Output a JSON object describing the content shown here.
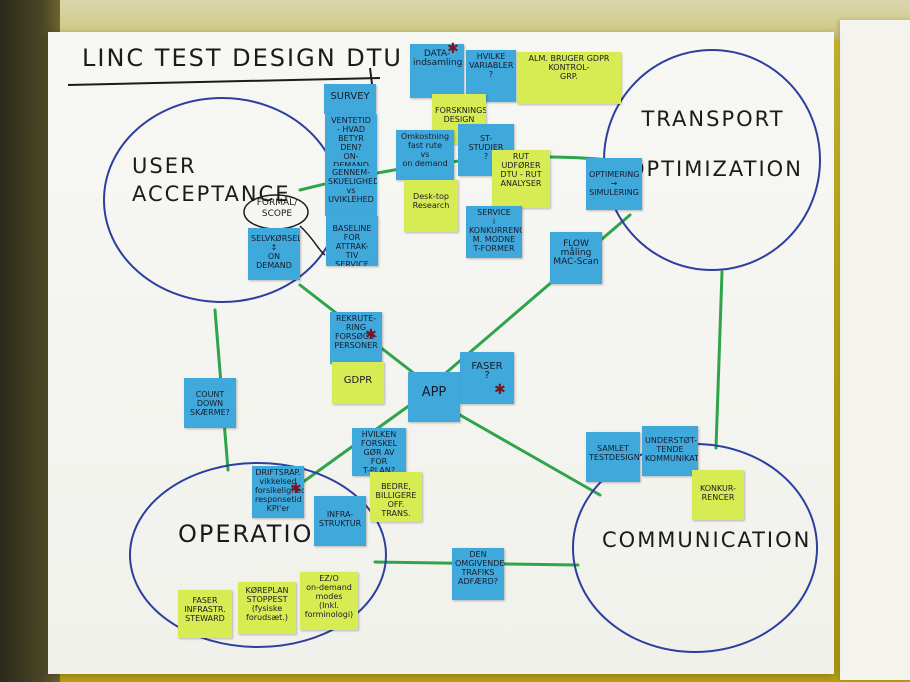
{
  "title": "LINC TEST DESIGN DTU",
  "circles": {
    "user_acceptance": "USER ACCEPTANCE",
    "transport_optimization": "TRANSPORT OPTIMIZATION",
    "operation": "OPERATION",
    "communication": "COMMUNICATION"
  },
  "scope_label": "FORMÅL/ SCOPE",
  "notes": [
    {
      "id": "data",
      "text": "DATA-\nindsamling",
      "color": "blue"
    },
    {
      "id": "hvilke",
      "text": "HVILKE\nVARIABLER\n?",
      "color": "blue"
    },
    {
      "id": "alm",
      "text": "ALM. BRUGER GDPR\nKONTROL-\nGRP.",
      "color": "green"
    },
    {
      "id": "survey",
      "text": "SURVEY",
      "color": "blue"
    },
    {
      "id": "ventetid",
      "text": "VENTETID\n- HVAD BETYR\nDEN?\nON-DEMAND",
      "color": "blue"
    },
    {
      "id": "forskning",
      "text": "FORSKNINGS-\nDESIGN",
      "color": "green"
    },
    {
      "id": "omkost",
      "text": "Omkostning\nfast rute\nvs\non demand",
      "color": "blue"
    },
    {
      "id": "studier",
      "text": "ST-\nSTUDIER\n?",
      "color": "blue"
    },
    {
      "id": "gennem",
      "text": "GENNEM-\nSKUELIGHED\nvs UVIKLEHED",
      "color": "blue"
    },
    {
      "id": "desktop",
      "text": "Desk-top\nResearch",
      "color": "green"
    },
    {
      "id": "rut",
      "text": "RUT\nUDFØRER\nDTU - RUT\nANALYSER",
      "color": "green"
    },
    {
      "id": "optimering",
      "text": "OPTIMERING\n→ SIMULERING",
      "color": "blue"
    },
    {
      "id": "selvkorsel",
      "text": "SELVKØRSEL\n↕\nON DEMAND",
      "color": "blue"
    },
    {
      "id": "baseline",
      "text": "BASELINE\nFOR ATTRAK-\nTIV SERVICE",
      "color": "blue"
    },
    {
      "id": "service",
      "text": "SERVICE\ni KONKURRENCE\nM. MODNE\nT-FORMER",
      "color": "blue"
    },
    {
      "id": "flow",
      "text": "FLOW\nmåling\nMAC-Scan",
      "color": "blue"
    },
    {
      "id": "rekrut",
      "text": "REKRUTE-\nRING\nFORSØGS-\nPERSONER",
      "color": "blue"
    },
    {
      "id": "gdpr",
      "text": "GDPR",
      "color": "green"
    },
    {
      "id": "app",
      "text": "APP",
      "color": "blue"
    },
    {
      "id": "faser",
      "text": "FASER\n?",
      "color": "blue"
    },
    {
      "id": "countdown",
      "text": "COUNT DOWN\nSKÆRME?",
      "color": "blue"
    },
    {
      "id": "hvilken",
      "text": "HVILKEN\nFORSKEL\nGØR AV FOR\nT-PLAN?",
      "color": "blue"
    },
    {
      "id": "bedre",
      "text": "BEDRE,\nBILLIGERE\nOFF. TRANS.",
      "color": "green"
    },
    {
      "id": "samlet",
      "text": "SAMLET\nTESTDESIGN",
      "color": "blue"
    },
    {
      "id": "understot",
      "text": "UNDERSTØT-\nTENDE\nKOMMUNIKAT.",
      "color": "blue"
    },
    {
      "id": "konkur",
      "text": "KONKUR-\nRENCER",
      "color": "green"
    },
    {
      "id": "drift",
      "text": "DRIFTSRAP.\nvikkelsed\nforsikelighed\nresponsetid\nKPI'er",
      "color": "blue"
    },
    {
      "id": "infra",
      "text": "INFRA-\nSTRUKTUR",
      "color": "blue"
    },
    {
      "id": "omgivende",
      "text": "DEN\nOMGIVENDE\nTRAFIKS\nADFÆRD?",
      "color": "blue"
    },
    {
      "id": "faser2",
      "text": "FASER\nINFRASTR.\nSTEWARD",
      "color": "green"
    },
    {
      "id": "koreplan",
      "text": "KØREPLAN\nSTOPPEST\n(fysiske\nforudsæt.)",
      "color": "green"
    },
    {
      "id": "ezo",
      "text": "EZ/O\non-demand\nmodes\n(Inkl. forminologi)",
      "color": "green"
    }
  ],
  "colors": {
    "blue_note": "#3fa9dc",
    "green_note": "#d6ec52",
    "circle_stroke": "#2b3f9e",
    "connector": "#2fa44a",
    "star": "#7a1522"
  }
}
